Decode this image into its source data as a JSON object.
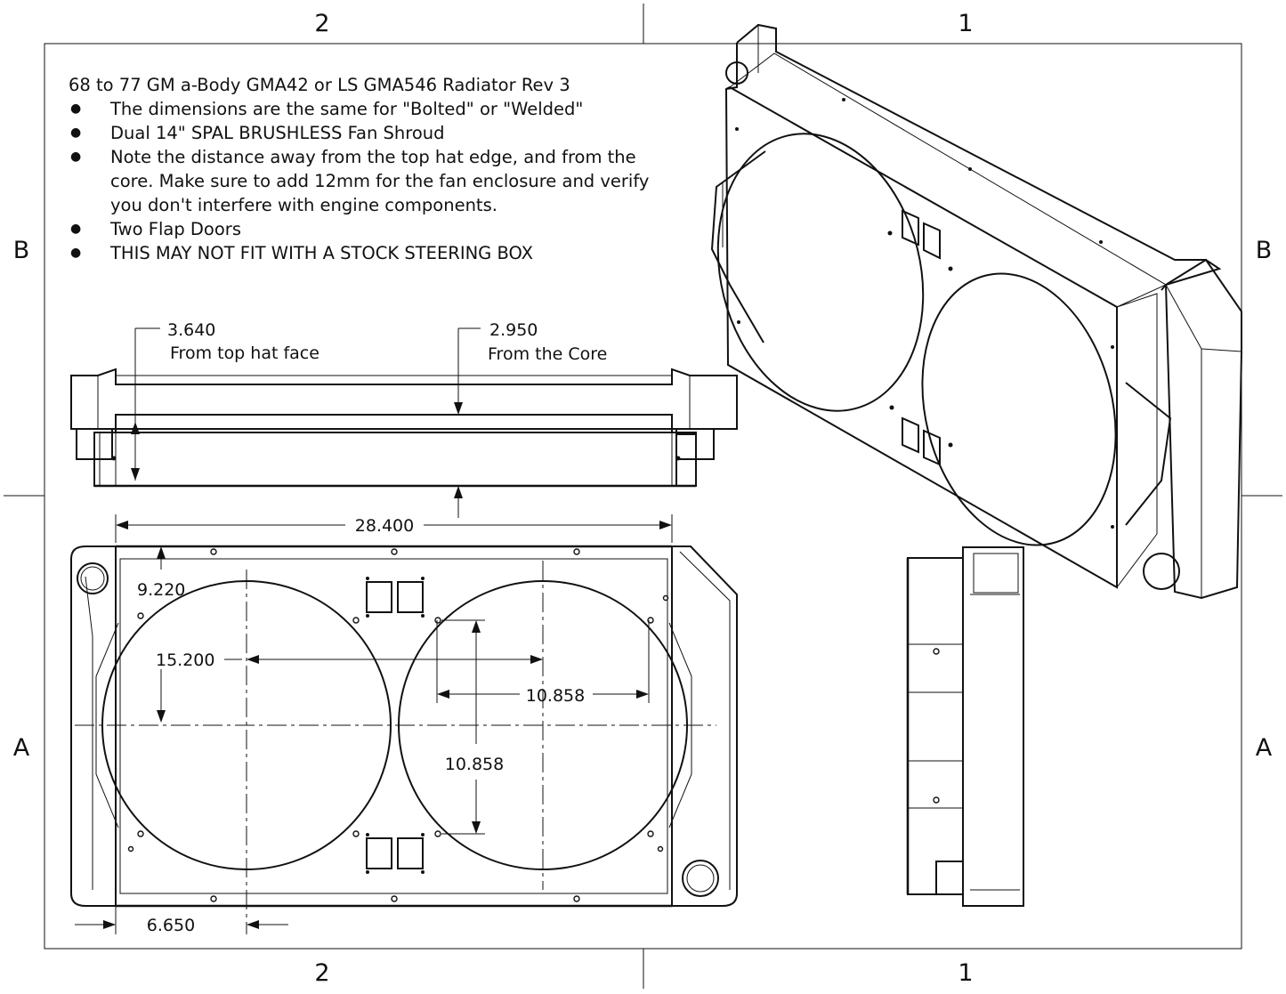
{
  "zone_labels": {
    "top_left": "2",
    "top_right": "1",
    "bottom_left": "2",
    "bottom_right": "1",
    "left_upper": "B",
    "right_upper": "B",
    "left_lower": "A",
    "right_lower": "A"
  },
  "notes": {
    "title": "68 to 77 GM a-Body GMA42 or LS GMA546 Radiator Rev 3",
    "bullets": [
      "The dimensions are the same for \"Bolted\" or \"Welded\"",
      "Dual 14\" SPAL BRUSHLESS Fan Shroud",
      "Note the distance away from the top hat edge, and from the\ncore.  Make sure to add 12mm for the fan enclosure and verify\nyou don't interfere with engine components.",
      "Two Flap Doors",
      "THIS MAY NOT FIT WITH A STOCK STEERING BOX"
    ]
  },
  "dimensions": {
    "top_hat_value": "3.640",
    "top_hat_label": "From top hat face",
    "core_value": "2.950",
    "core_label": "From the Core",
    "overall_width": "28.400",
    "vertical_offset": "9.220",
    "fan_center_left": "15.200",
    "fan_spacing_horizontal": "10.858",
    "fan_spacing_vertical": "10.858",
    "left_offset": "6.650"
  }
}
